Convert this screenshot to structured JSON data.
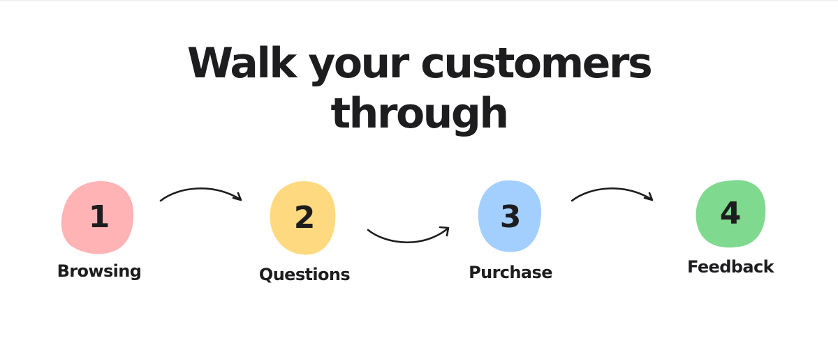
{
  "headline": {
    "line1": "Walk your customers",
    "line2": "through"
  },
  "steps": [
    {
      "number": "1",
      "label": "Browsing",
      "color": "#FFB3B5"
    },
    {
      "number": "2",
      "label": "Questions",
      "color": "#FFD980"
    },
    {
      "number": "3",
      "label": "Purchase",
      "color": "#A3CFFF"
    },
    {
      "number": "4",
      "label": "Feedback",
      "color": "#7FD98E"
    }
  ],
  "colors": {
    "text": "#1D1D1F",
    "arrow": "#1D1D1F",
    "background": "#FFFFFF"
  },
  "icons": {
    "connector": "curved-arrow-icon"
  }
}
